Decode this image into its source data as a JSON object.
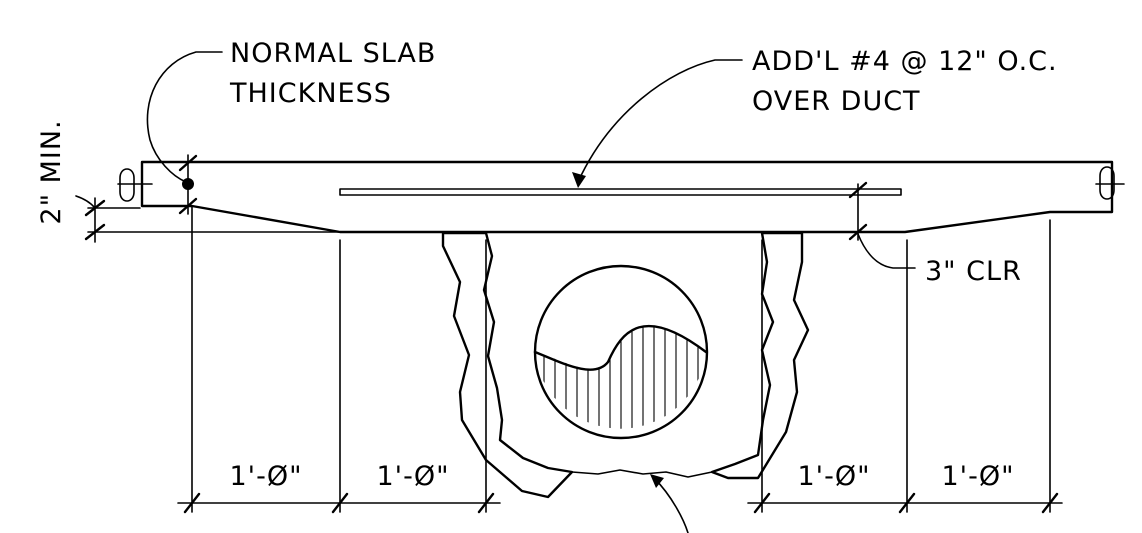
{
  "annotations": {
    "slab_note_line1": "NORMAL SLAB",
    "slab_note_line2": "THICKNESS",
    "rebar_note_line1": "ADD'L #4 @ 12\" O.C.",
    "rebar_note_line2": "OVER DUCT",
    "cover_note": "3\" CLR",
    "min_depth_note": "2\" MIN."
  },
  "dimensions": {
    "dim_1": "1'-Ø\"",
    "dim_2": "1'-Ø\"",
    "dim_3": "1'-Ø\"",
    "dim_4": "1'-Ø\""
  }
}
